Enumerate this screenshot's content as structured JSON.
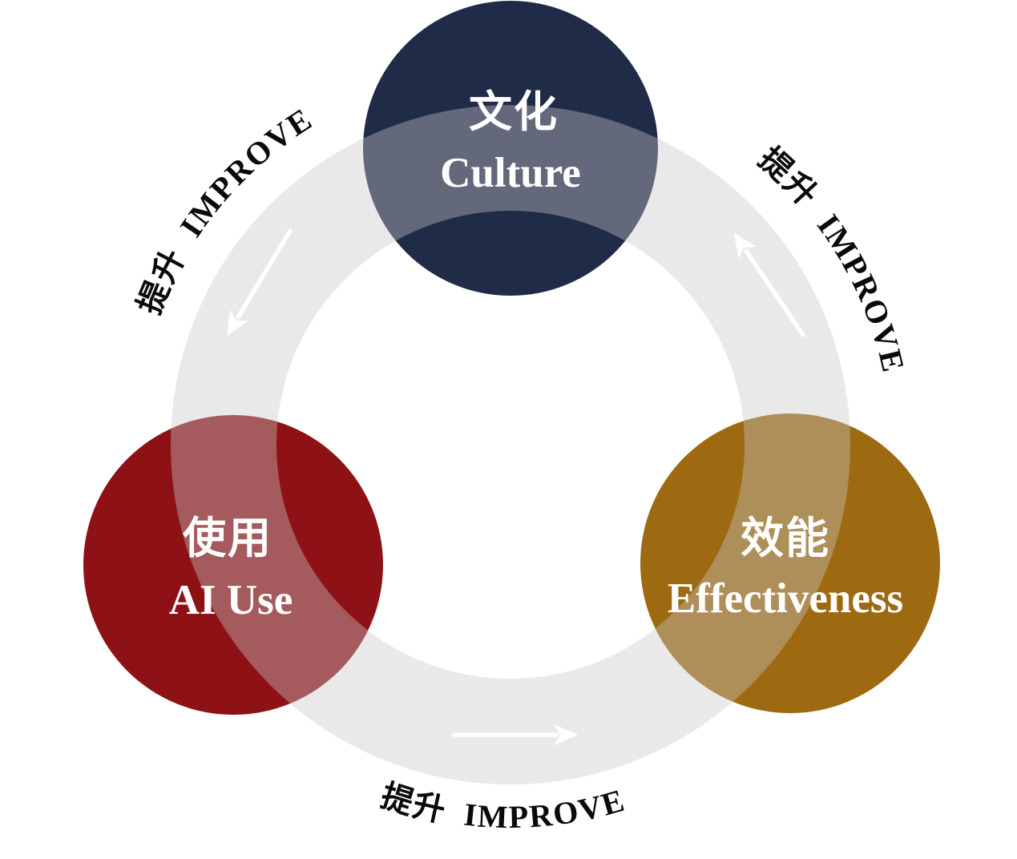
{
  "colors": {
    "background": "#ffffff",
    "ring": "rgba(200,200,200,0.40)",
    "culture_circle": "#202b47",
    "ai_use_circle": "#8e1116",
    "effectiveness_circle": "#9d6a11",
    "node_text": "#ffffff",
    "edge_text": "#0a0a0a",
    "arrow": "#ffffff"
  },
  "nodes": {
    "culture": {
      "zh": "文化",
      "en": "Culture"
    },
    "ai_use": {
      "zh": "使用",
      "en": "AI Use"
    },
    "effectiveness": {
      "zh": "效能",
      "en": "Effectiveness"
    }
  },
  "edges": {
    "culture_to_ai_use": {
      "label": "提升 IMPROVE",
      "from": "culture",
      "to": "ai_use",
      "position": "upper-left"
    },
    "ai_use_to_effectiveness": {
      "label": "提升 IMPROVE",
      "from": "ai_use",
      "to": "effectiveness",
      "position": "bottom"
    },
    "effectiveness_to_culture": {
      "label": "提升 IMPROVE",
      "from": "effectiveness",
      "to": "culture",
      "position": "upper-right"
    }
  }
}
